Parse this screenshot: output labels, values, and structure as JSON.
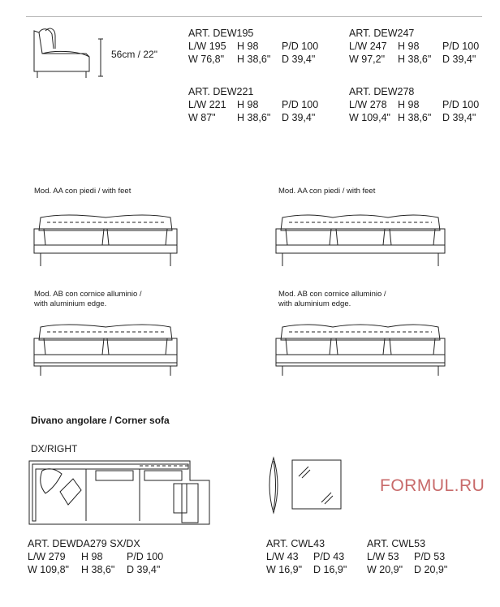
{
  "side_height_label": "56cm / 22\"",
  "articles": [
    {
      "name": "ART. DEW195",
      "lw": "L/W 195",
      "h": "H 98",
      "pd": "P/D 100",
      "w_in": "W 76,8\"",
      "h_in": "H 38,6\"",
      "d_in": "D 39,4\""
    },
    {
      "name": "ART. DEW247",
      "lw": "L/W 247",
      "h": "H 98",
      "pd": "P/D 100",
      "w_in": "W 97,2\"",
      "h_in": "H 38,6\"",
      "d_in": "D 39,4\""
    },
    {
      "name": "ART. DEW221",
      "lw": "L/W 221",
      "h": "H 98",
      "pd": "P/D 100",
      "w_in": "W 87\"",
      "h_in": "H 38,6\"",
      "d_in": "D 39,4\""
    },
    {
      "name": "ART. DEW278",
      "lw": "L/W 278",
      "h": "H 98",
      "pd": "P/D 100",
      "w_in": "W 109,4\"",
      "h_in": "H 38,6\"",
      "d_in": "D 39,4\""
    }
  ],
  "mod_aa": "Mod. AA con piedi / with feet",
  "mod_ab_line1": "Mod. AB con cornice alluminio /",
  "mod_ab_line2": "with aluminium edge.",
  "corner_title": "Divano angolare / Corner sofa",
  "corner_dir": "DX/RIGHT",
  "corner_article": {
    "name": "ART. DEWDA279 SX/DX",
    "lw": "L/W 279",
    "h": "H 98",
    "pd": "P/D 100",
    "w_in": "W 109,8\"",
    "h_in": "H 38,6\"",
    "d_in": "D 39,4\""
  },
  "cwl43": {
    "name": "ART. CWL43",
    "lw": "L/W 43",
    "pd": "P/D 43",
    "w_in": "W 16,9\"",
    "d_in": "D 16,9\""
  },
  "cwl53": {
    "name": "ART. CWL53",
    "lw": "L/W 53",
    "pd": "P/D 53",
    "w_in": "W 20,9\"",
    "d_in": "D 20,9\""
  },
  "watermark": "FORMUL.RU"
}
